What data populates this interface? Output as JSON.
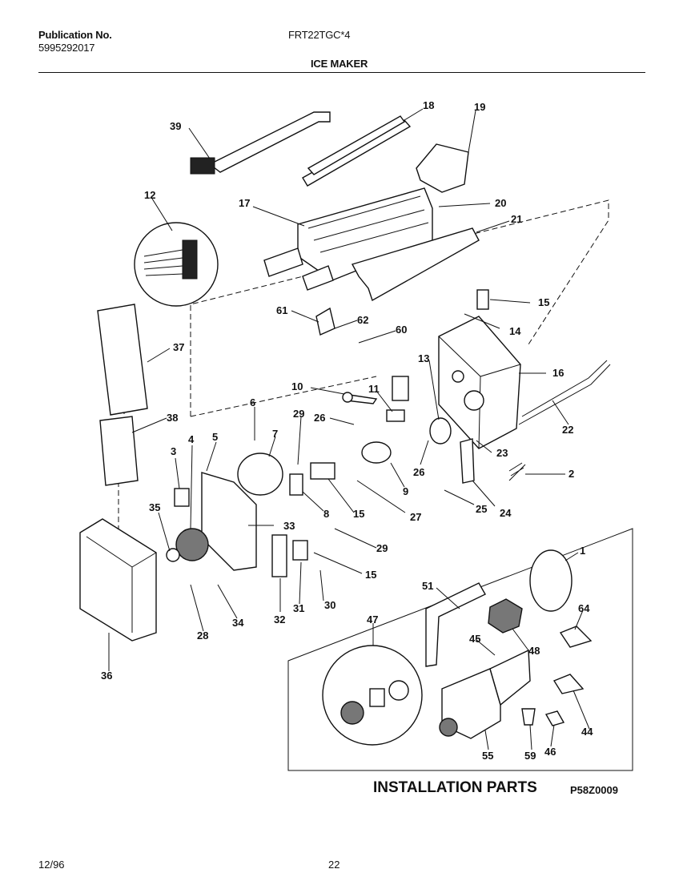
{
  "header": {
    "pub_label": "Publication No.",
    "pub_number": "5995292017",
    "model": "FRT22TGC*4",
    "section": "ICE MAKER"
  },
  "footer": {
    "date": "12/96",
    "page": "22"
  },
  "diagram": {
    "install_title": "INSTALLATION PARTS",
    "drawing_code": "P58Z0009",
    "callouts": [
      "39",
      "18",
      "19",
      "12",
      "17",
      "20",
      "21",
      "15",
      "14",
      "61",
      "62",
      "60",
      "37",
      "16",
      "13",
      "10",
      "11",
      "6",
      "29",
      "26",
      "22",
      "38",
      "3",
      "4",
      "5",
      "7",
      "23",
      "2",
      "9",
      "26",
      "35",
      "8",
      "15",
      "27",
      "24",
      "25",
      "33",
      "29",
      "15",
      "1",
      "51",
      "64",
      "28",
      "34",
      "32",
      "31",
      "30",
      "47",
      "45",
      "48",
      "36",
      "44",
      "55",
      "59",
      "46"
    ]
  }
}
